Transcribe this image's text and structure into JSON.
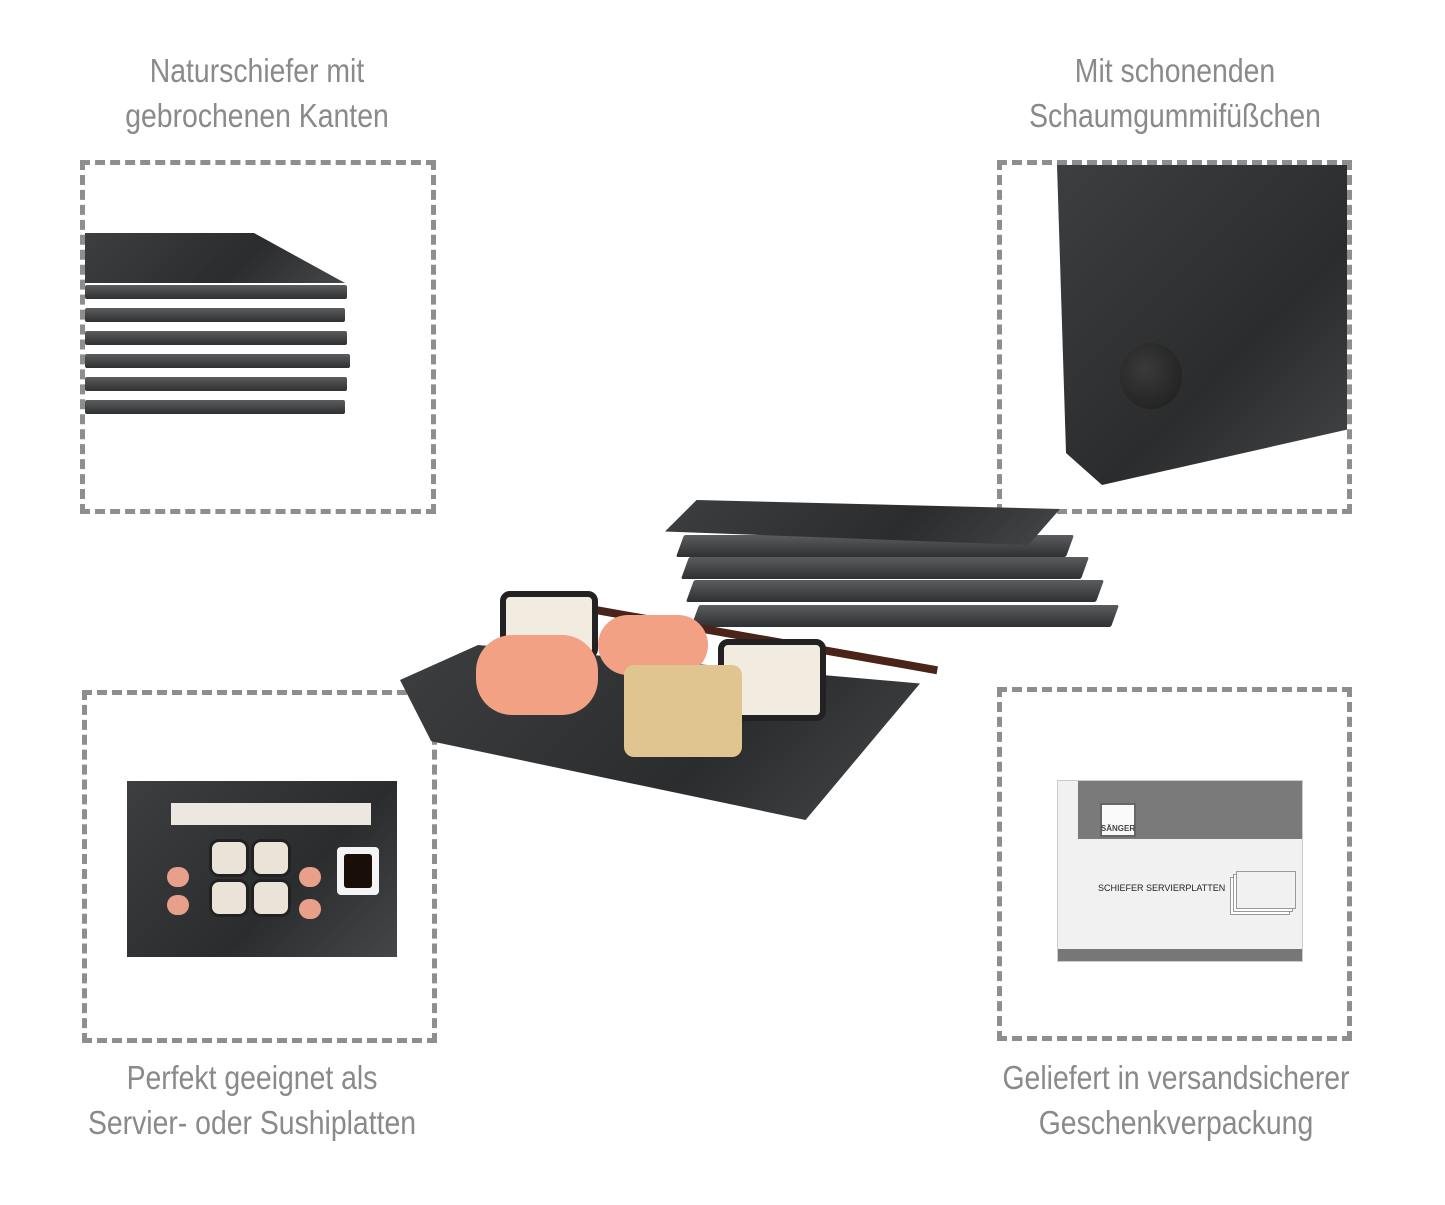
{
  "captions": {
    "top_left": [
      "Naturschiefer mit",
      "gebrochenen Kanten"
    ],
    "top_right": [
      "Mit schonenden",
      "Schaumgummifüßchen"
    ],
    "bottom_left": [
      "Perfekt geeignet als",
      "Servier- oder Sushiplatten"
    ],
    "bottom_right": [
      "Geliefert in versandsicherer",
      "Geschenkverpackung"
    ]
  },
  "box": {
    "brand": "SÄNGER",
    "product": "SCHIEFER SERVIERPLATTEN"
  },
  "colors": {
    "caption": "#8a8a8a",
    "frame": "#8e8e8e",
    "slate": "#2f3133"
  }
}
